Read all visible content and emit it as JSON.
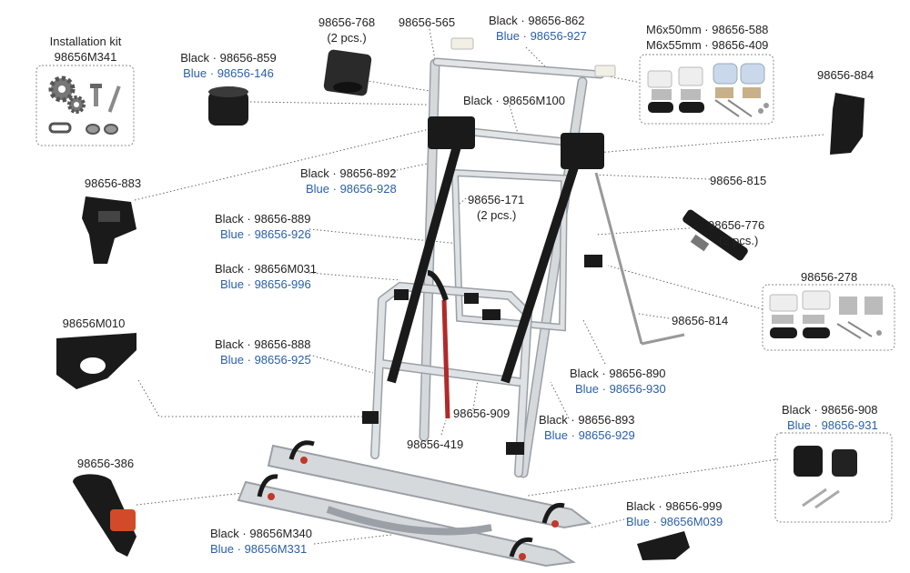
{
  "colors": {
    "blue_text": "#2b5fa8",
    "frame": "#cfd2d6",
    "frame_edge": "#9aa0a6",
    "black_part": "#1a1a1a",
    "red_accent": "#b02a2a",
    "leader": "#666666"
  },
  "labels": {
    "kit_title": "Installation kit",
    "kit_code": "98656M341",
    "p859_black": "Black · 98656-859",
    "p859_blue": "Blue · 98656-146",
    "p768_code": "98656-768",
    "p768_qty": "(2 pcs.)",
    "p565": "98656-565",
    "p862_black": "Black · 98656-862",
    "p862_blue": "Blue · 98656-927",
    "p588": "M6x50mm · 98656-588",
    "p409": "M6x55mm · 98656-409",
    "p884": "98656-884",
    "pm100": "Black · 98656M100",
    "p883": "98656-883",
    "p892_black": "Black · 98656-892",
    "p892_blue": "Blue · 98656-928",
    "p815": "98656-815",
    "p171_code": "98656-171",
    "p171_qty": "(2 pcs.)",
    "p889_black": "Black · 98656-889",
    "p889_blue": "Blue · 98656-926",
    "p776_code": "98656-776",
    "p776_qty": "(2 pcs.)",
    "p278": "98656-278",
    "pm031_black": "Black · 98656M031",
    "pm031_blue": "Blue · 98656-996",
    "pm010": "98656M010",
    "p814": "98656-814",
    "p888_black": "Black · 98656-888",
    "p888_blue": "Blue · 98656-925",
    "p890_black": "Black · 98656-890",
    "p890_blue": "Blue · 98656-930",
    "p909": "98656-909",
    "p893_black": "Black · 98656-893",
    "p893_blue": "Blue · 98656-929",
    "p908_black": "Black · 98656-908",
    "p908_blue": "Blue · 98656-931",
    "p419": "98656-419",
    "p386": "98656-386",
    "p999_black": "Black · 98656-999",
    "p999_blue": "Blue · 98656M039",
    "pm340_black": "Black · 98656M340",
    "pm340_blue": "Blue · 98656M331"
  }
}
